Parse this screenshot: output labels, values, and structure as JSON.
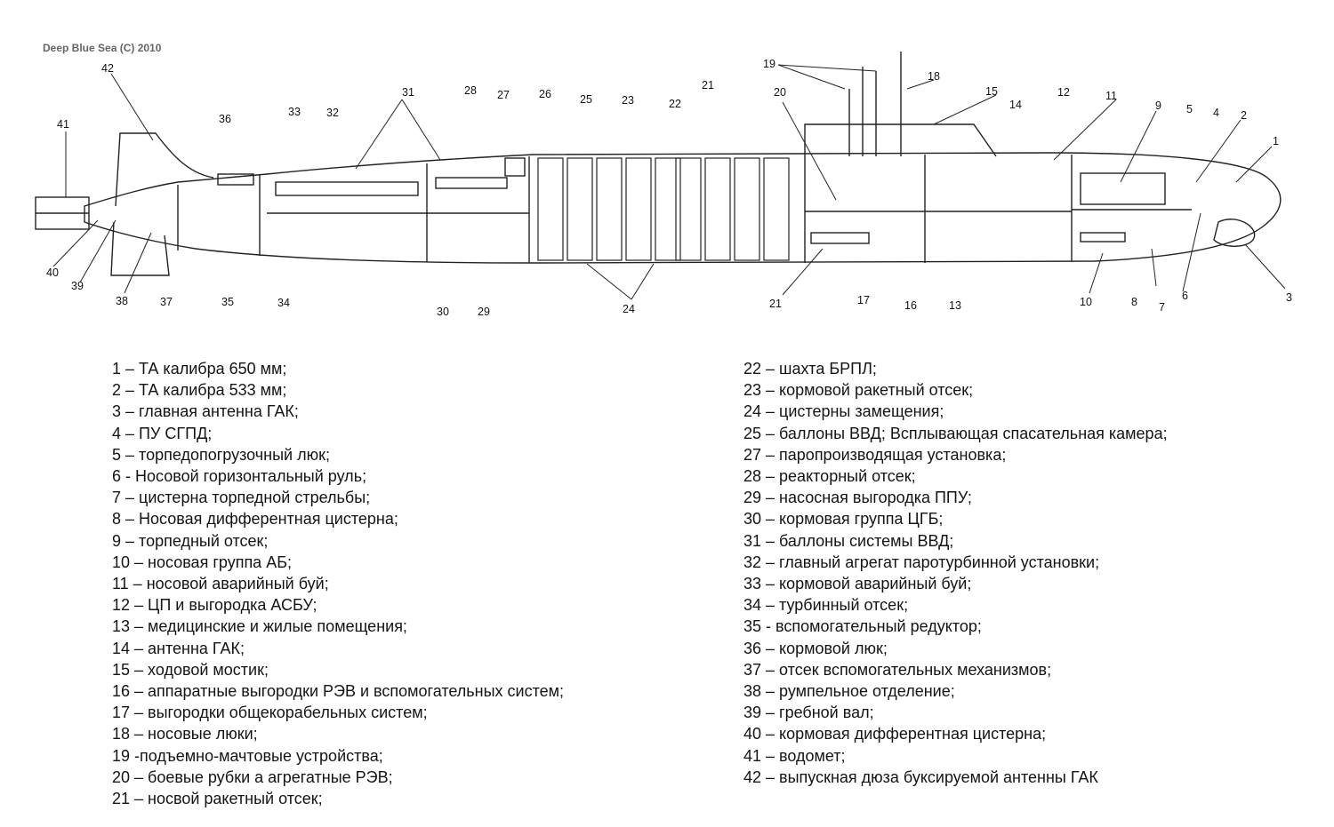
{
  "copyright": "Deep Blue Sea (C) 2010",
  "callouts": [
    {
      "id": "n1",
      "text": "1"
    },
    {
      "id": "n2",
      "text": "2"
    },
    {
      "id": "n3",
      "text": "3"
    },
    {
      "id": "n4",
      "text": "4"
    },
    {
      "id": "n5",
      "text": "5"
    },
    {
      "id": "n6",
      "text": "6"
    },
    {
      "id": "n7",
      "text": "7"
    },
    {
      "id": "n8",
      "text": "8"
    },
    {
      "id": "n9",
      "text": "9"
    },
    {
      "id": "n10",
      "text": "10"
    },
    {
      "id": "n11",
      "text": "11"
    },
    {
      "id": "n12",
      "text": "12"
    },
    {
      "id": "n13",
      "text": "13"
    },
    {
      "id": "n14",
      "text": "14"
    },
    {
      "id": "n15",
      "text": "15"
    },
    {
      "id": "n16",
      "text": "16"
    },
    {
      "id": "n17",
      "text": "17"
    },
    {
      "id": "n18",
      "text": "18"
    },
    {
      "id": "n19",
      "text": "19"
    },
    {
      "id": "n20",
      "text": "20"
    },
    {
      "id": "n21a",
      "text": "21"
    },
    {
      "id": "n21b",
      "text": "21"
    },
    {
      "id": "n22",
      "text": "22"
    },
    {
      "id": "n23",
      "text": "23"
    },
    {
      "id": "n24",
      "text": "24"
    },
    {
      "id": "n25",
      "text": "25"
    },
    {
      "id": "n26",
      "text": "26"
    },
    {
      "id": "n27",
      "text": "27"
    },
    {
      "id": "n28",
      "text": "28"
    },
    {
      "id": "n29",
      "text": "29"
    },
    {
      "id": "n30",
      "text": "30"
    },
    {
      "id": "n31",
      "text": "31"
    },
    {
      "id": "n32",
      "text": "32"
    },
    {
      "id": "n33",
      "text": "33"
    },
    {
      "id": "n34",
      "text": "34"
    },
    {
      "id": "n35",
      "text": "35"
    },
    {
      "id": "n36",
      "text": "36"
    },
    {
      "id": "n37",
      "text": "37"
    },
    {
      "id": "n38",
      "text": "38"
    },
    {
      "id": "n39",
      "text": "39"
    },
    {
      "id": "n40",
      "text": "40"
    },
    {
      "id": "n41",
      "text": "41"
    },
    {
      "id": "n42",
      "text": "42"
    }
  ],
  "legend_left": [
    "1 – ТА калибра 650 мм;",
    "2 – ТА калибра 533 мм;",
    "3 – главная антенна ГАК;",
    " 4 – ПУ СГПД;",
    "5 – торпедопогрузочный люк;",
    "6 - Носовой горизонтальный руль;",
    "7 – цистерна торпедной стрельбы;",
    "8 – Носовая дифферентная цистерна;",
    "9 – торпедный отсек;",
    "10 – носовая группа АБ;",
    "11 – носовой аварийный буй;",
    "12 – ЦП и выгородка АСБУ;",
    "13 – медицинские и жилые помещения;",
    "14 – антенна ГАК;",
    "15 – ходовой мостик;",
    "16 – аппаратные выгородки РЭВ и вспомогательных систем;",
    "17 – выгородки общекорабельных систем;",
    "18 – носовые люки;",
    "19 -подъемно-мачтовые устройства;",
    "20 – боевые рубки а агрегатные РЭВ;",
    "21 – носвой ракетный отсек;"
  ],
  "legend_right": [
    "22 – шахта БРПЛ;",
    "23 – кормовой ракетный отсек;",
    "24 – цистерны замещения;",
    "25 – баллоны ВВД; Всплывающая спасательная камера;",
    "27 – паропроизводящая установка;",
    "28 – реакторный отсек;",
    "29 – насосная выгородка ППУ;",
    "30 – кормовая группа ЦГБ;",
    "31 – баллоны системы ВВД;",
    "32 – главный агрегат паротурбинной установки;",
    "33 – кормовой аварийный буй;",
    "34 – турбинный отсек;",
    "35 - вспомогательный редуктор;",
    "36 – кормовой люк;",
    "37 – отсек вспомогательных механизмов;",
    "38 – румпельное отделение;",
    "39 – гребной вал;",
    "40 – кормовая дифферентная цистерна;",
    "41 – водомет;",
    "42 – выпускная дюза буксируемой антенны ГАК"
  ]
}
